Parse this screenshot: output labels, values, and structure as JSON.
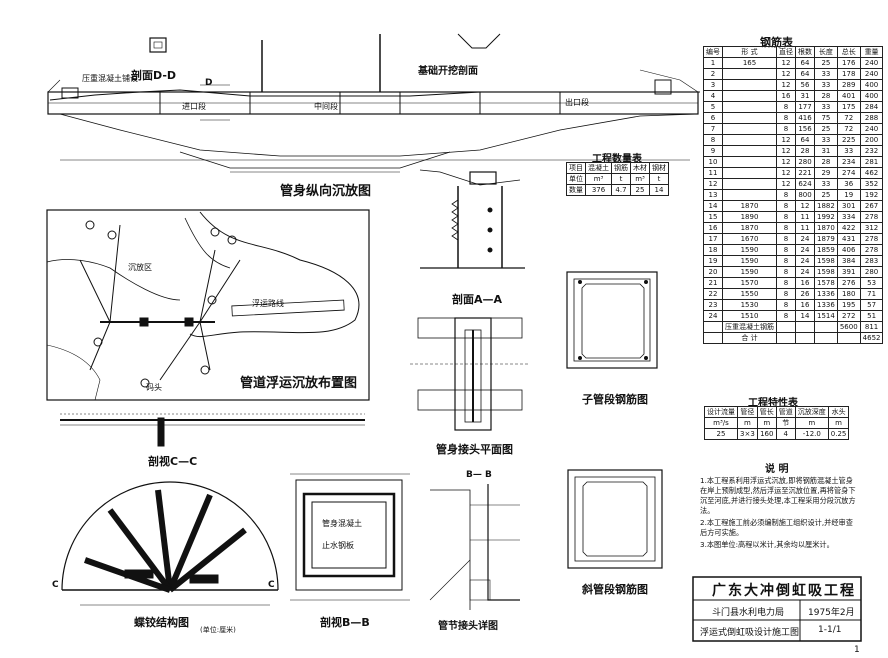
{
  "sheet": {
    "page_number": "1",
    "title_block": {
      "project": "广东大冲倒虹吸工程",
      "org": "斗门县水利电力局",
      "date": "1975年2月",
      "drawing": "浮运式倒虹吸设计施工图",
      "sheet_no": "1-1/1"
    }
  },
  "views": {
    "longitudinal": {
      "title": "管身纵向沉放图",
      "section_dd": "剖面D-D",
      "section_dd2": "D",
      "dredge": "基础开挖剖面",
      "lbl_a": "压重混凝土铺设",
      "lbl_b": "进口段",
      "lbl_c": "出口段",
      "lbl_d": "中间段"
    },
    "layout": {
      "title": "管道浮运沉放布置图",
      "lbl_a": "沉放区",
      "lbl_b": "浮运路线",
      "lbl_c": "码头"
    },
    "sec_aa": {
      "title": "剖面A—A"
    },
    "joint_plan": {
      "title": "管身接头平面图"
    },
    "sub_rebar": {
      "title": "子管段钢筋图"
    },
    "sec_cc": {
      "title": "剖视C—C"
    },
    "butterfly": {
      "title": "蝶铰结构图",
      "note": "(单位:厘米)",
      "c_left": "C",
      "c_right": "C"
    },
    "sec_bb": {
      "title": "剖视B—B",
      "lbl_a": "管身混凝土",
      "lbl_b": "止水钢板"
    },
    "joint_det": {
      "title": "管节接头详图",
      "b_mark": "B— B"
    },
    "slope_rebar": {
      "title": "斜管段钢筋图"
    }
  },
  "rebar_table": {
    "title": "钢筋表",
    "headers": [
      "编号",
      "形 式",
      "直径",
      "根数",
      "长度",
      "总长",
      "重量"
    ],
    "rows": [
      [
        "1",
        "165",
        "12",
        "64",
        "25",
        "176",
        "240"
      ],
      [
        "2",
        "",
        "12",
        "64",
        "33",
        "178",
        "240"
      ],
      [
        "3",
        "",
        "12",
        "56",
        "33",
        "289",
        "400"
      ],
      [
        "4",
        "",
        "16",
        "31",
        "28",
        "401",
        "400"
      ],
      [
        "5",
        "",
        "8",
        "177",
        "33",
        "175",
        "284"
      ],
      [
        "6",
        "",
        "8",
        "416",
        "75",
        "72",
        "288"
      ],
      [
        "7",
        "",
        "8",
        "156",
        "25",
        "72",
        "240"
      ],
      [
        "8",
        "",
        "12",
        "64",
        "33",
        "225",
        "200"
      ],
      [
        "9",
        "",
        "12",
        "28",
        "31",
        "33",
        "232"
      ],
      [
        "10",
        "",
        "12",
        "280",
        "28",
        "234",
        "281"
      ],
      [
        "11",
        "",
        "12",
        "221",
        "29",
        "274",
        "462"
      ],
      [
        "12",
        "",
        "12",
        "624",
        "33",
        "36",
        "352"
      ],
      [
        "13",
        "",
        "8",
        "800",
        "25",
        "19",
        "192"
      ],
      [
        "14",
        "1870",
        "8",
        "12",
        "1882",
        "301",
        "267"
      ],
      [
        "15",
        "1890",
        "8",
        "11",
        "1992",
        "334",
        "278"
      ],
      [
        "16",
        "1870",
        "8",
        "11",
        "1870",
        "422",
        "312"
      ],
      [
        "17",
        "1670",
        "8",
        "24",
        "1879",
        "431",
        "278"
      ],
      [
        "18",
        "1590",
        "8",
        "24",
        "1859",
        "406",
        "278"
      ],
      [
        "19",
        "1590",
        "8",
        "24",
        "1598",
        "384",
        "283"
      ],
      [
        "20",
        "1590",
        "8",
        "24",
        "1598",
        "391",
        "280"
      ],
      [
        "21",
        "1570",
        "8",
        "16",
        "1578",
        "276",
        "53"
      ],
      [
        "22",
        "1550",
        "8",
        "26",
        "1336",
        "180",
        "71"
      ],
      [
        "23",
        "1530",
        "8",
        "16",
        "1336",
        "195",
        "57"
      ],
      [
        "24",
        "1510",
        "8",
        "14",
        "1514",
        "272",
        "51"
      ],
      [
        "",
        "压重混凝土钢筋",
        "",
        "",
        "",
        "5600",
        "811"
      ],
      [
        "",
        "合 计",
        "",
        "",
        "",
        "",
        "4652"
      ]
    ]
  },
  "quantity_table": {
    "title": "工程数量表",
    "headers": [
      "项目",
      "混凝土",
      "钢筋",
      "木材",
      "钢材"
    ],
    "rows": [
      [
        "单位",
        "m³",
        "t",
        "m³",
        "t"
      ],
      [
        "数量",
        "376",
        "4.7",
        "25",
        "14"
      ]
    ]
  },
  "property_table": {
    "title": "工程特性表",
    "headers": [
      "设计流量",
      "管径",
      "管长",
      "管道",
      "沉放深度",
      "水头"
    ],
    "rows": [
      [
        "m³/s",
        "m",
        "m",
        "节",
        "m",
        "m"
      ],
      [
        "25",
        "3×3",
        "160",
        "4",
        "-12.0",
        "0.25"
      ]
    ]
  },
  "notes": {
    "title": "说 明",
    "items": [
      "1.本工程系利用浮运式沉放,即将钢筋混凝土管身在岸上预制成型,然后浮运至沉放位置,再将管身下沉至河底,并进行接头处理,本工程采用分段沉放方法。",
      "2.本工程施工前必须编制施工组织设计,并经审查后方可实施。",
      "3.本图单位:高程以米计,其余均以厘米计。"
    ]
  }
}
